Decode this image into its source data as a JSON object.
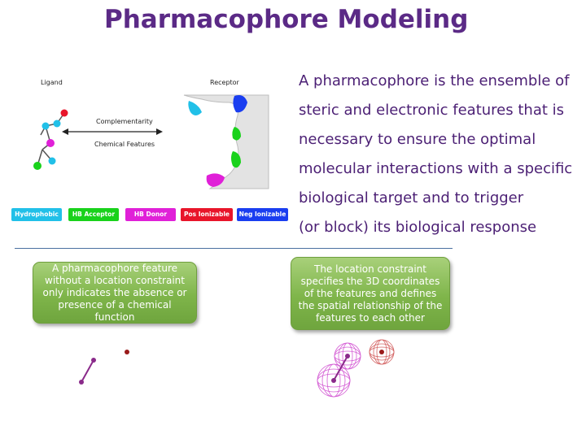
{
  "title": "Pharmacophore Modeling",
  "body_lines": [
    "A pharmacophore is the ensemble of",
    "steric and electronic features that is",
    "necessary to ensure the optimal",
    "molecular interactions with a specific",
    "biological  target and to trigger",
    "(or block) its biological response"
  ],
  "diagram": {
    "ligand_label": "Ligand",
    "receptor_label": "Receptor",
    "complementarity_label": "Complementarity",
    "chemical_features_label": "Chemical Features",
    "legend": [
      {
        "label": "Hydrophobic",
        "color": "#21c0e8"
      },
      {
        "label": "HB Acceptor",
        "color": "#19d21b"
      },
      {
        "label": "HB Donor",
        "color": "#e020d8"
      },
      {
        "label": "Pos Ionizable",
        "color": "#e8152a"
      },
      {
        "label": "Neg Ionizable",
        "color": "#1a3ef0"
      }
    ]
  },
  "callouts": {
    "left": "A pharmacophore feature without a location constraint only indicates the absence or presence of a chemical function",
    "right": "The location constraint specifies the 3D coordinates of the features and defines the spatial relationship of the features to each other"
  },
  "colors": {
    "title": "#5b2a86",
    "body_text": "#4b1f74",
    "callout_green": "#7fb54a",
    "rule": "#4a6fa0"
  }
}
